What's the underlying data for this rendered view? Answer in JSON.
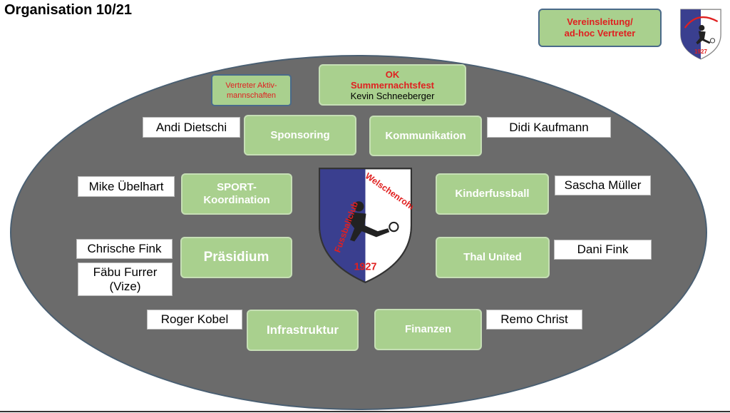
{
  "title": "Organisation 10/21",
  "legend": {
    "line1": "Vereinsleitung/",
    "line2": "ad-hoc Vertreter"
  },
  "vertreter": {
    "line1": "Vertreter Aktiv-",
    "line2": "mannschaften"
  },
  "ok": {
    "line1": "OK",
    "line2": "Summernachtsfest",
    "line3": "Kevin Schneeberger"
  },
  "crest": {
    "text": "Fussballclub Welschenrohr",
    "year": "1927",
    "color_left": "#3a3f8f",
    "color_right": "#ffffff",
    "text_color": "#e02020"
  },
  "boxes": {
    "sponsoring": "Sponsoring",
    "kommunikation": "Kommunikation",
    "sport_line1": "SPORT-",
    "sport_line2": "Koordination",
    "kinderfussball": "Kinderfussball",
    "praesidium": "Präsidium",
    "thal_united": "Thal United",
    "infrastruktur": "Infrastruktur",
    "finanzen": "Finanzen"
  },
  "names": {
    "andi": "Andi Dietschi",
    "didi": "Didi Kaufmann",
    "mike": "Mike Übelhart",
    "sascha": "Sascha Müller",
    "chrische": "Chrische Fink",
    "faebu_line1": "Fäbu Furrer",
    "faebu_line2": "(Vize)",
    "dani": "Dani Fink",
    "roger": "Roger Kobel",
    "remo": "Remo Christ"
  },
  "colors": {
    "box_fill": "#a9d08e",
    "ellipse_fill": "#6b6b6b",
    "accent_red": "#e02020"
  }
}
